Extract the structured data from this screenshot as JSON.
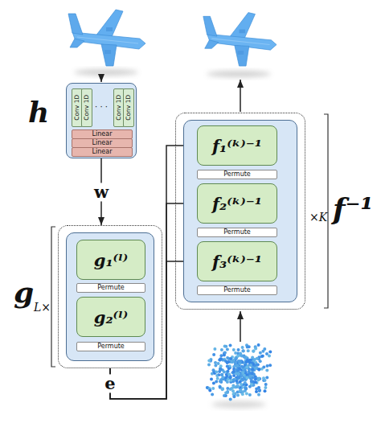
{
  "diagram": {
    "nodes": [
      {
        "text": [
          "h"
        ]
      },
      {
        "text": [
          "Conv 1D"
        ],
        "in": 0
      },
      {
        "text": [
          "Conv 1D"
        ],
        "in": 0
      },
      {
        "text": [
          "Conv 1D"
        ],
        "in": 0
      },
      {
        "text": [
          "Conv 1D"
        ],
        "in": 0
      },
      {
        "text": [
          "Linear"
        ],
        "in": 0
      },
      {
        "text": [
          "Linear"
        ],
        "in": 0
      },
      {
        "text": [
          "Linear"
        ],
        "in": 0
      },
      {
        "text": [
          "g",
          "L×"
        ]
      },
      {
        "text": [
          "g₁⁽ˡ⁾"
        ],
        "in": 8
      },
      {
        "text": [
          "Permute"
        ],
        "in": 8
      },
      {
        "text": [
          "g₂⁽ˡ⁾"
        ],
        "in": 8
      },
      {
        "text": [
          "Permute"
        ],
        "in": 8
      },
      {
        "text": [
          "f⁻¹",
          "×K"
        ]
      },
      {
        "text": [
          "f₁⁽ᵏ⁾⁻¹"
        ],
        "in": 13
      },
      {
        "text": [
          "Permute"
        ],
        "in": 13
      },
      {
        "text": [
          "f₂⁽ᵏ⁾⁻¹"
        ],
        "in": 13
      },
      {
        "text": [
          "Permute"
        ],
        "in": 13
      },
      {
        "text": [
          "f₃⁽ᵏ⁾⁻¹"
        ],
        "in": 13
      },
      {
        "text": [
          "Permute"
        ],
        "in": 13
      }
    ],
    "edges": [
      {
        "from": 0,
        "to": 8,
        "label": "w",
        "arrow": "to"
      },
      {
        "from": 8,
        "to": 14,
        "label": "e",
        "arrow": "to"
      },
      {
        "from": 8,
        "to": 16,
        "arrow": "to"
      },
      {
        "from": 8,
        "to": 18,
        "arrow": "to"
      }
    ],
    "labels": [
      "· · ·"
    ]
  }
}
